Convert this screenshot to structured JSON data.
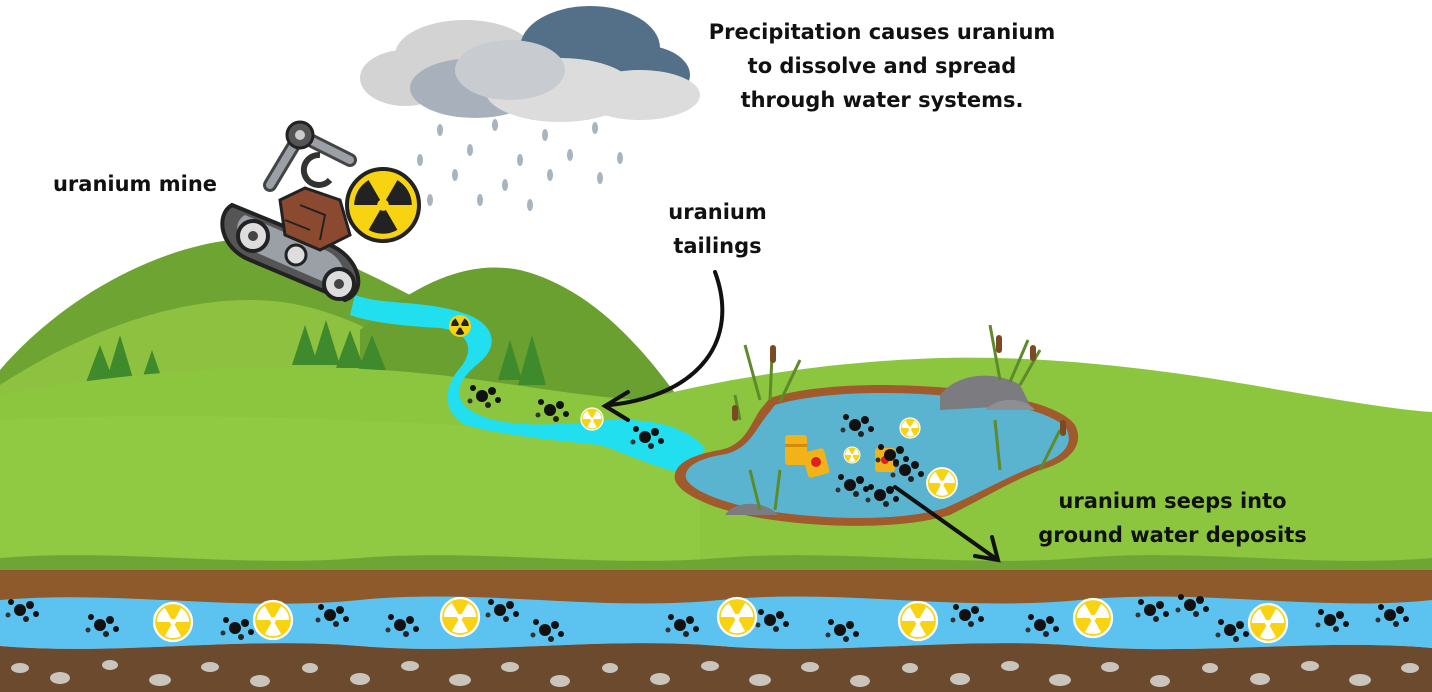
{
  "labels": {
    "precipitation": [
      "Precipitation causes uranium",
      "to dissolve and spread",
      "through water systems."
    ],
    "mine": "uranium mine",
    "tailings": [
      "uranium",
      "tailings"
    ],
    "seeps": [
      "uranium seeps into",
      "ground water deposits"
    ]
  },
  "colors": {
    "stream": "#22dff0",
    "pond": "#5ab4cf",
    "aquifer": "#5cc3f1",
    "grass": "#8cc63f",
    "hill": "#6ea532",
    "soil": "#8e5a2b",
    "radiation": "#f7d312",
    "contaminant": "#111111"
  },
  "icons": [
    "rain-cloud-icon",
    "mining-excavator-icon",
    "radiation-symbol-icon",
    "barrel-icon",
    "arrow-icon"
  ]
}
